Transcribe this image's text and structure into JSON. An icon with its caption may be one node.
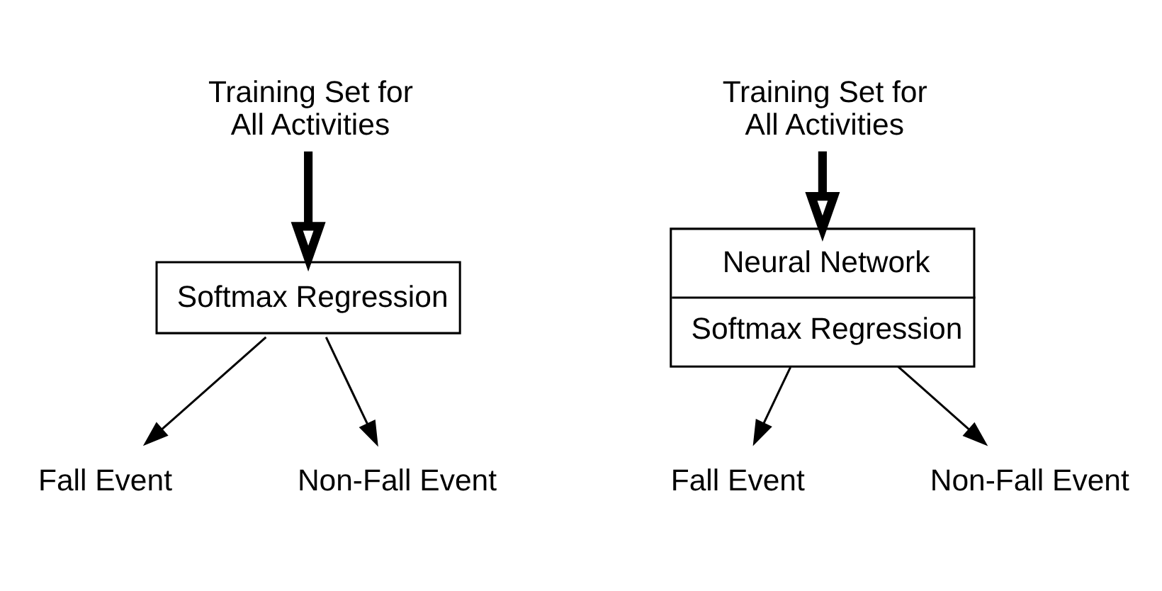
{
  "diagram": {
    "nodes": [
      {
        "text": [
          "Training Set for All Activities"
        ]
      },
      {
        "text": [
          "Softmax Regression"
        ]
      },
      {
        "text": [
          "Fall Event"
        ]
      },
      {
        "text": [
          "Non-Fall Event"
        ]
      },
      {
        "text": [
          "Training Set for All Activities"
        ]
      },
      {
        "text": [
          "Neural Network",
          "Softmax Regression"
        ]
      },
      {
        "text": [
          "Fall Event"
        ]
      },
      {
        "text": [
          "Non-Fall Event"
        ]
      }
    ],
    "edges": [
      {
        "from": 0,
        "to": 1,
        "arrow": "to",
        "style": "thick"
      },
      {
        "from": 1,
        "to": 2,
        "arrow": "to"
      },
      {
        "from": 1,
        "to": 3,
        "arrow": "to"
      },
      {
        "from": 4,
        "to": 5,
        "arrow": "to",
        "style": "thick"
      },
      {
        "from": 5,
        "to": 6,
        "arrow": "to"
      },
      {
        "from": 5,
        "to": 7,
        "arrow": "to"
      }
    ]
  }
}
